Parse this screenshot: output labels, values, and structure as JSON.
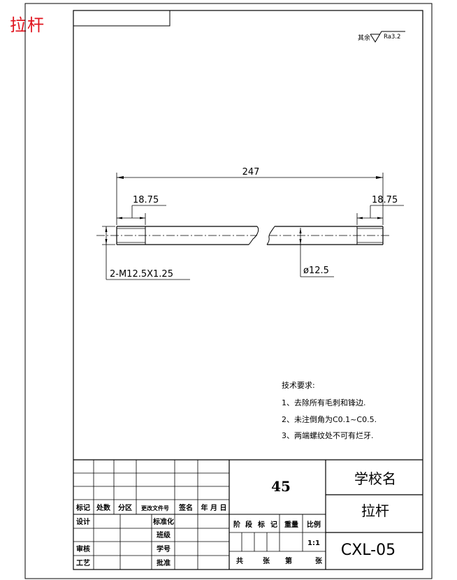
{
  "page_label": "拉杆",
  "surface_finish": {
    "prefix": "其余",
    "value": "Ra3.2"
  },
  "dimensions": {
    "overall_length": "247",
    "left_thread_length": "18.75",
    "right_thread_length": "18.75",
    "thread_callout": "2-M12.5X1.25",
    "diameter": "ø12.5"
  },
  "tech_requirements": {
    "title": "技术要求:",
    "items": [
      "1、去除所有毛刺和锋边.",
      "2、未注倒角为C0.1~C0.5.",
      "3、两端螺纹处不可有烂牙."
    ]
  },
  "title_block": {
    "material": "45",
    "school": "学校名",
    "part_name": "拉杆",
    "drawing_no": "CXL-05",
    "revision_headers": [
      "标记",
      "处数",
      "分区",
      "更改文件号",
      "签名",
      "年 月 日"
    ],
    "design": "设计",
    "standardization": "标准化",
    "class": "班级",
    "student_id": "学号",
    "review": "审核",
    "process": "工艺",
    "approve": "批准",
    "stage_headers": [
      "阶",
      "段",
      "标",
      "记"
    ],
    "weight": "重量",
    "ratio": "比例",
    "ratio_value": "1:1",
    "sheet_total": "共",
    "sheet_unit": "张",
    "sheet_no": "第",
    "sheet_unit2": "张"
  },
  "colors": {
    "line": "#000000",
    "label": "#e0141e"
  }
}
